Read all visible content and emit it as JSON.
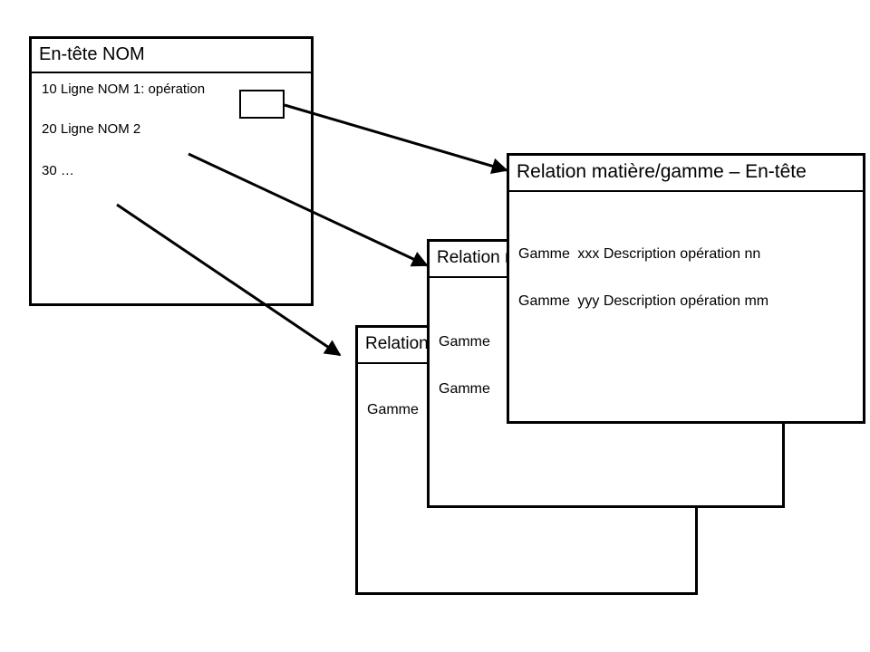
{
  "nom_box": {
    "title": "En-tête NOM",
    "lines": [
      "10 Ligne NOM 1: opération",
      "20 Ligne NOM 2",
      "30 …"
    ]
  },
  "relation_front": {
    "title": "Relation matière/gamme – En-tête",
    "rows": [
      {
        "label": "Gamme",
        "code": "xxx",
        "desc": "Description opération nn"
      },
      {
        "label": "Gamme",
        "code": "yyy",
        "desc": "Description opération mm"
      }
    ]
  },
  "relation_middle": {
    "title": "Relation matière/gamme – En-tête",
    "rows": [
      {
        "label": "Gamme"
      },
      {
        "label": "Gamme"
      }
    ]
  },
  "relation_back": {
    "title": "Relation matière/gamme – En-tête",
    "rows": [
      {
        "label": "Gamme"
      }
    ]
  }
}
